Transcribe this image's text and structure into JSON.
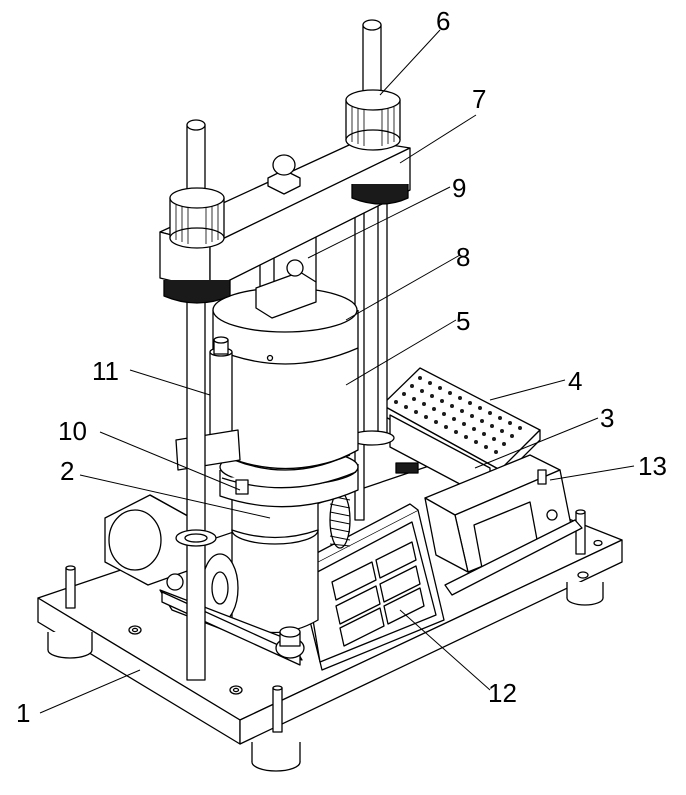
{
  "diagram": {
    "labels": {
      "base_plate": "1",
      "motor_unit": "2",
      "support_column": "3",
      "perforated_plate": "4",
      "cylinder": "5",
      "guide_rod": "6",
      "crossbeam": "7",
      "upper_cylinder": "8",
      "load_sensor": "9",
      "clamp_ring": "10",
      "hydraulic_rod": "11",
      "front_panel": "12",
      "controller_display": "13"
    },
    "colors": {
      "line": "#000000",
      "fill": "#ffffff",
      "dark": "#1a1a1a"
    }
  }
}
